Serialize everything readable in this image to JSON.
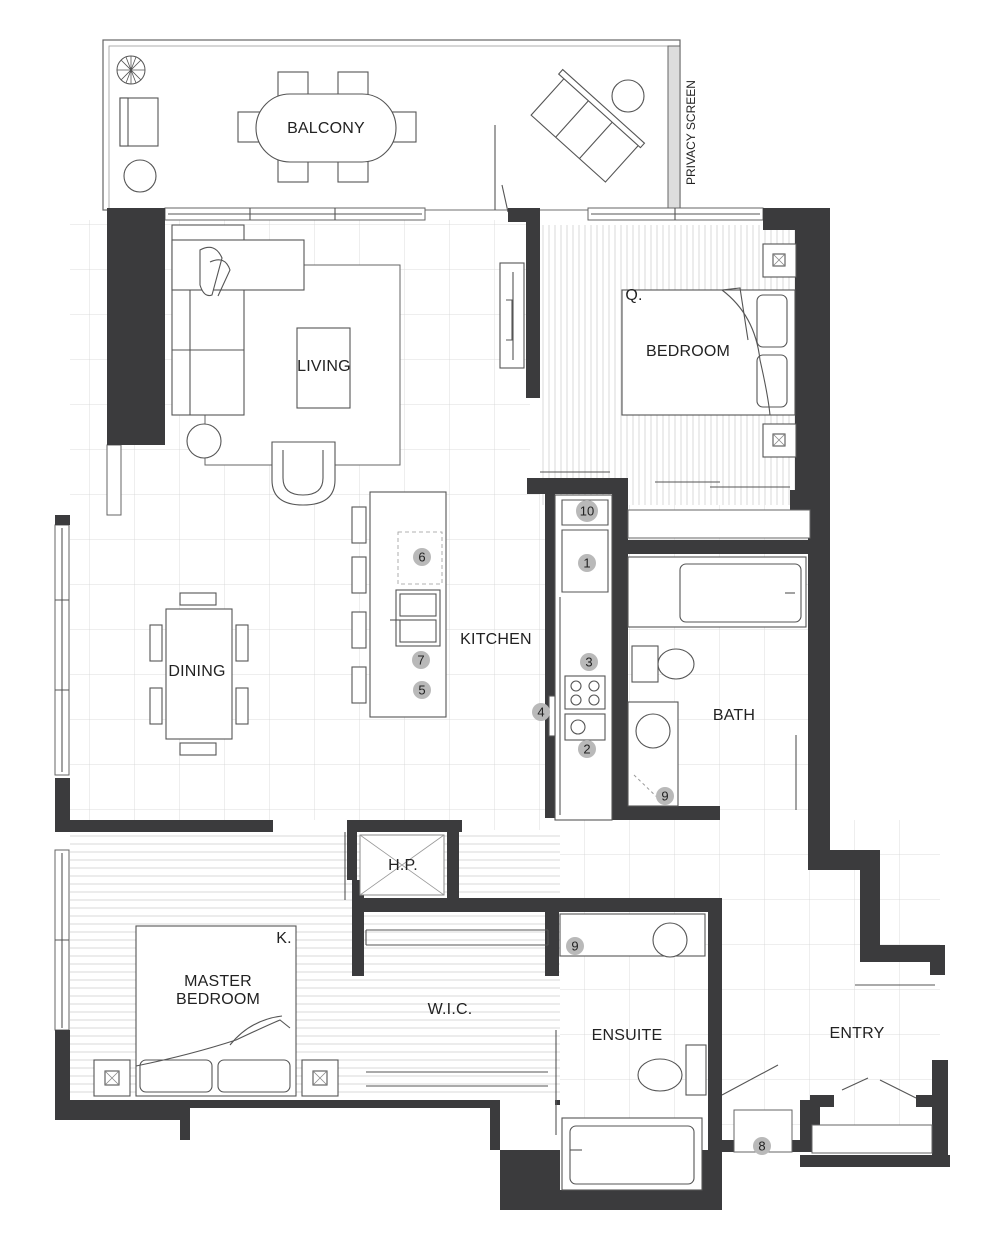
{
  "rooms": {
    "balcony": "BALCONY",
    "living": "LIVING",
    "bedroom": "BEDROOM",
    "dining": "DINING",
    "kitchen": "KITCHEN",
    "bath": "BATH",
    "hp": "H.P.",
    "master_bedroom_line1": "MASTER",
    "master_bedroom_line2": "BEDROOM",
    "wic": "W.I.C.",
    "ensuite": "ENSUITE",
    "entry": "ENTRY",
    "privacy_screen": "PRIVACY SCREEN"
  },
  "bed_sizes": {
    "queen": "Q.",
    "king": "K."
  },
  "badges": [
    "1",
    "2",
    "3",
    "4",
    "5",
    "6",
    "7",
    "8",
    "9",
    "9",
    "10"
  ],
  "colors": {
    "wall": "#3b3b3d",
    "badge": "#b9b9b9",
    "line": "#555555",
    "grid": "#c8c8c8"
  }
}
